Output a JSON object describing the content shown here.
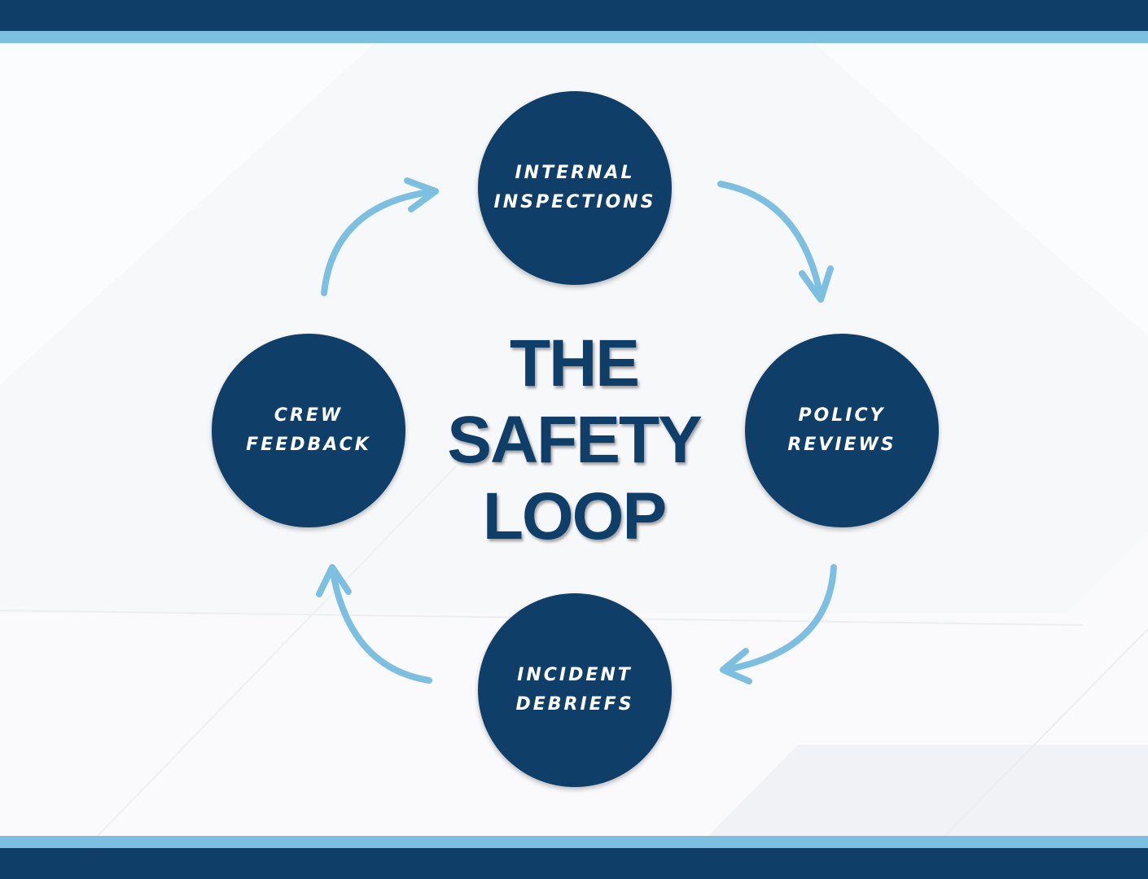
{
  "title": {
    "line1": "THE",
    "line2": "SAFETY",
    "line3": "LOOP"
  },
  "nodes": [
    {
      "line1": "INTERNAL",
      "line2": "INSPECTIONS"
    },
    {
      "line1": "POLICY",
      "line2": "REVIEWS"
    },
    {
      "line1": "INCIDENT",
      "line2": "DEBRIEFS"
    },
    {
      "line1": "CREW",
      "line2": "FEEDBACK"
    }
  ],
  "colors": {
    "navy": "#0f3e68",
    "light_blue": "#7dbfe0",
    "background": "#f7f8fa"
  }
}
